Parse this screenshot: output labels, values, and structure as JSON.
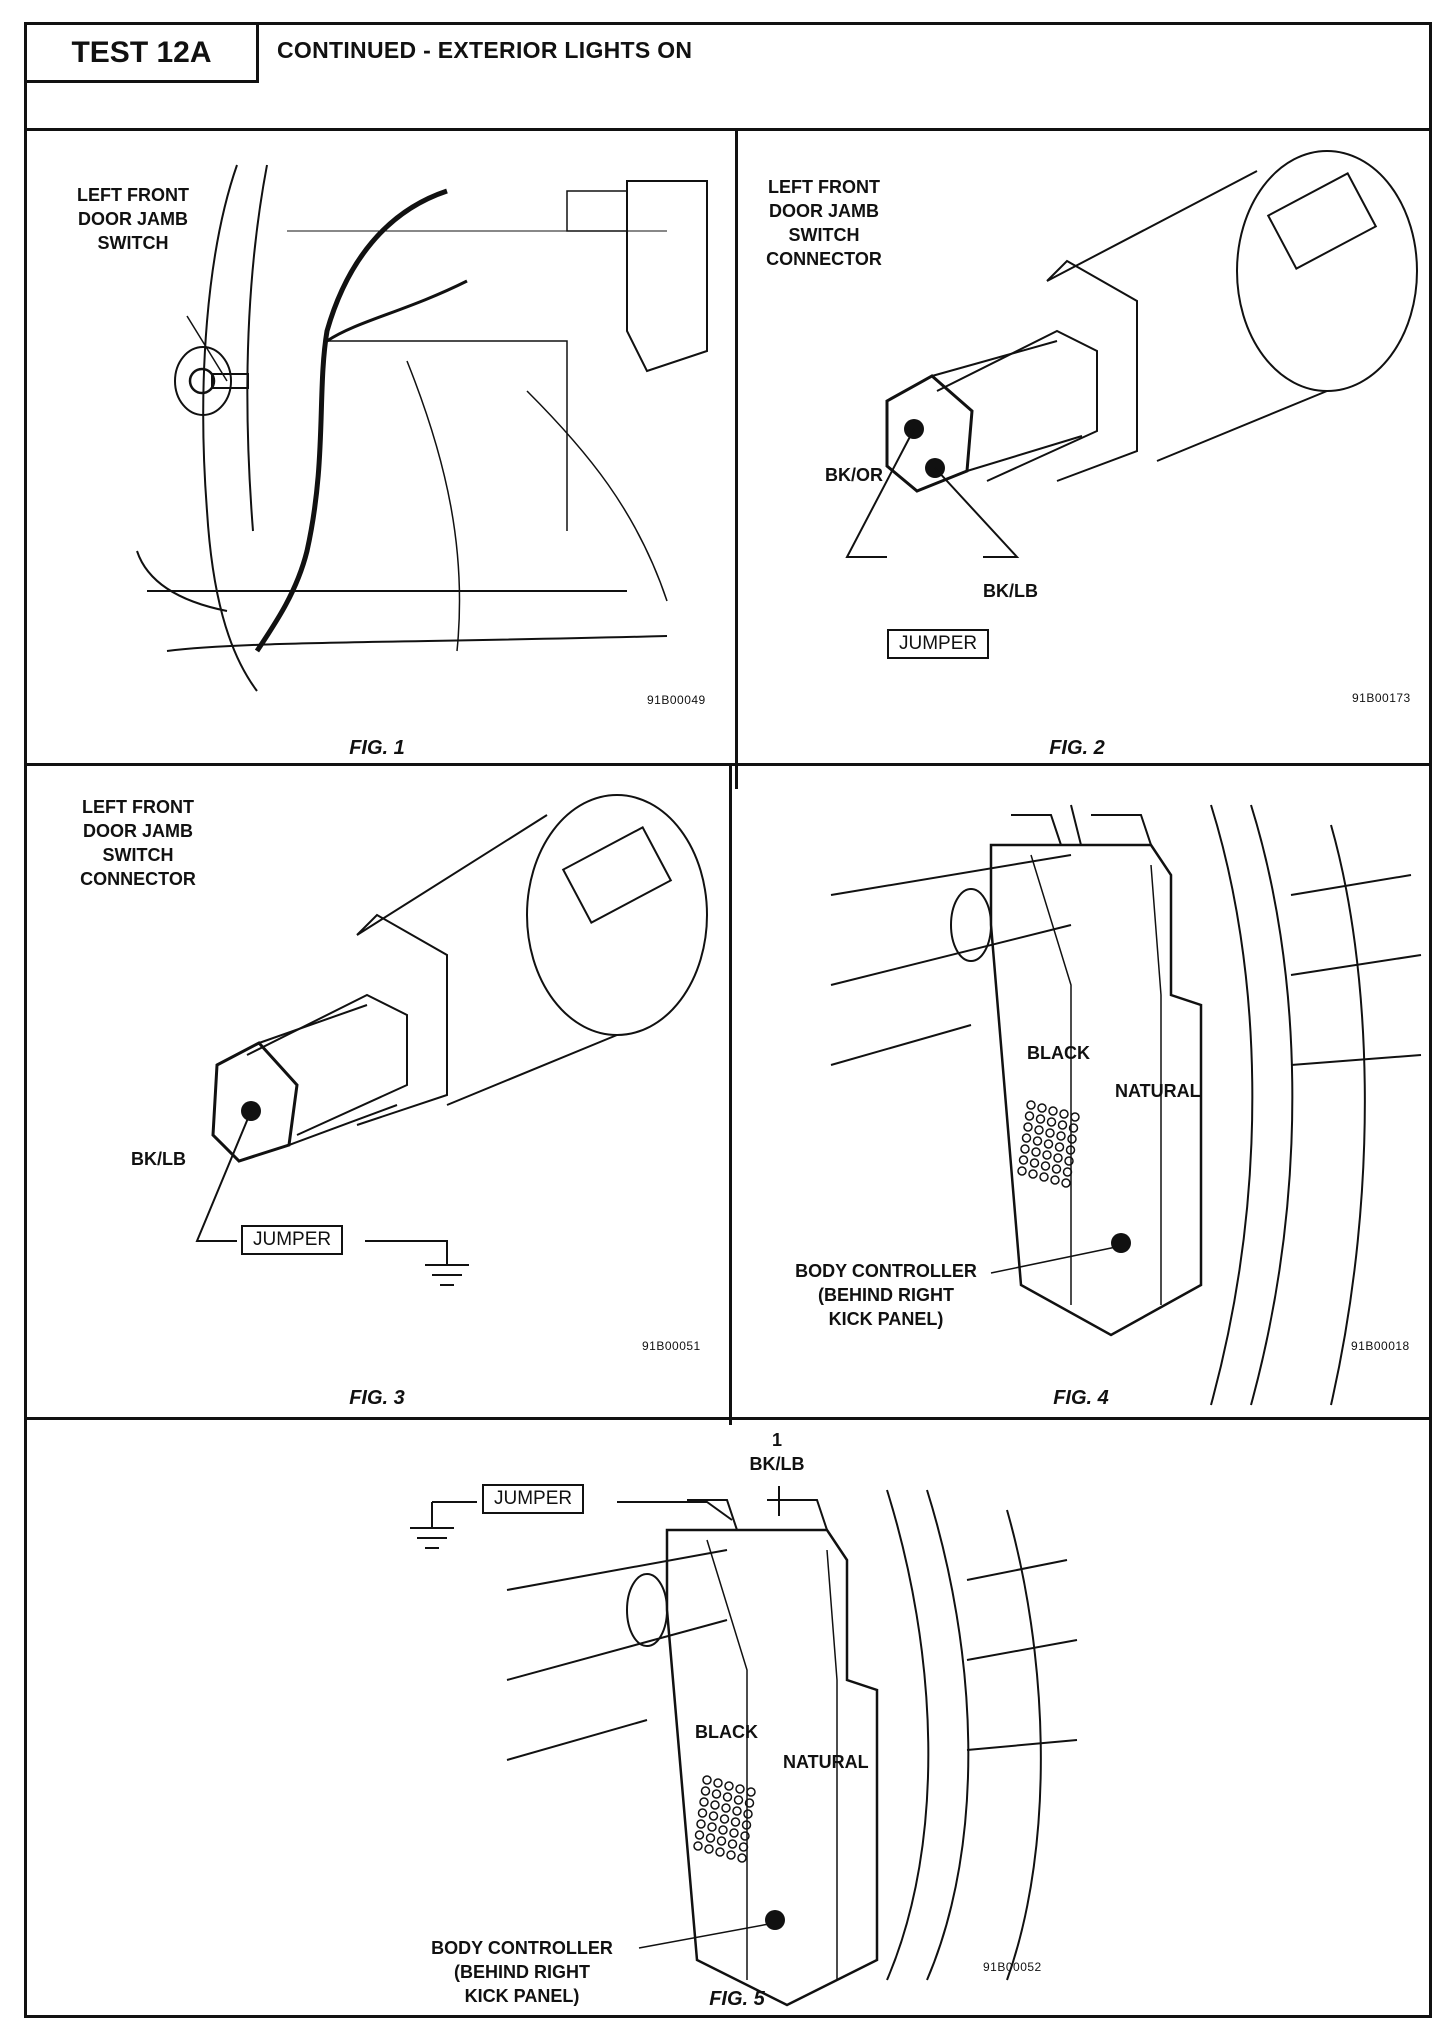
{
  "header": {
    "test_label": "TEST 12A",
    "title": "CONTINUED - EXTERIOR LIGHTS ON"
  },
  "figures": [
    {
      "caption": "FIG. 1",
      "code": "91B00049",
      "labels": {
        "switch": "LEFT FRONT\nDOOR JAMB\nSWITCH"
      }
    },
    {
      "caption": "FIG. 2",
      "code": "91B00173",
      "labels": {
        "connector": "LEFT FRONT\nDOOR JAMB\nSWITCH\nCONNECTOR",
        "pin1": "BK/OR",
        "pin2": "BK/LB",
        "jumper": "JUMPER"
      }
    },
    {
      "caption": "FIG. 3",
      "code": "91B00051",
      "labels": {
        "connector": "LEFT FRONT\nDOOR JAMB\nSWITCH\nCONNECTOR",
        "pin": "BK/LB",
        "jumper": "JUMPER"
      }
    },
    {
      "caption": "FIG. 4",
      "code": "91B00018",
      "labels": {
        "black": "BLACK",
        "natural": "NATURAL",
        "controller": "BODY CONTROLLER\n(BEHIND RIGHT\nKICK PANEL)"
      }
    },
    {
      "caption": "FIG. 5",
      "code": "91B00052",
      "labels": {
        "jumper": "JUMPER",
        "pin": "1\nBK/LB",
        "black": "BLACK",
        "natural": "NATURAL",
        "controller": "BODY CONTROLLER\n(BEHIND RIGHT\nKICK PANEL)"
      }
    }
  ]
}
